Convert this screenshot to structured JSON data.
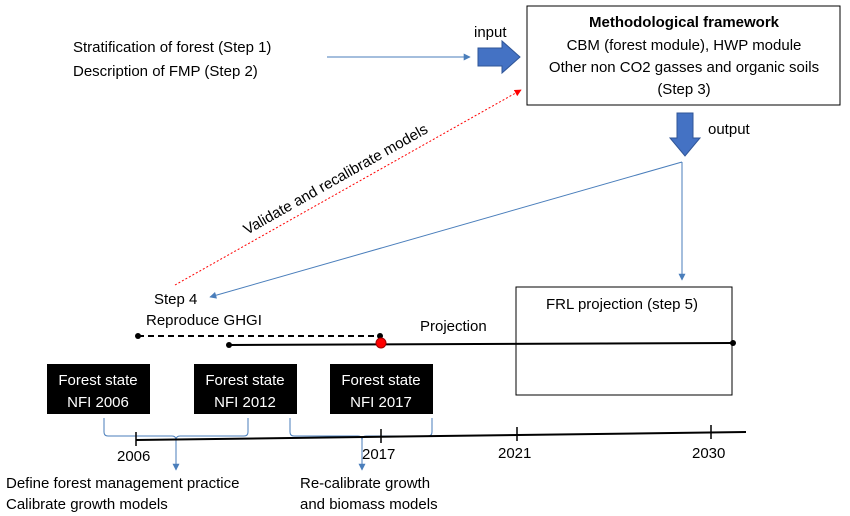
{
  "inputs": {
    "line1": "Stratification of forest (Step 1)",
    "line2": "Description of FMP (Step 2)"
  },
  "input_label": "input",
  "output_label": "output",
  "framework": {
    "title": "Methodological framework",
    "line1": "CBM (forest module), HWP module",
    "line2": "Other non CO2 gasses and organic soils",
    "line3": "(Step 3)"
  },
  "validate_label": "Validate and recalibrate models",
  "step4": {
    "line1": "Step 4",
    "line2": "Reproduce GHGI"
  },
  "projection_label": "Projection",
  "frl_label": "FRL projection (step 5)",
  "forest_states": [
    {
      "line1": "Forest state",
      "line2": "NFI 2006"
    },
    {
      "line1": "Forest state",
      "line2": "NFI 2012"
    },
    {
      "line1": "Forest state",
      "line2": "NFI 2017"
    }
  ],
  "timeline_years": [
    "2006",
    "2017",
    "2021",
    "2030"
  ],
  "notes": {
    "left": {
      "line1": "Define forest management practice",
      "line2": "Calibrate growth models"
    },
    "right": {
      "line1": "Re-calibrate growth",
      "line2": "and biomass models"
    }
  },
  "colors": {
    "arrow_blue": "#4472c4",
    "connector_blue": "#4a7ebb",
    "dotted_red": "#ff0000",
    "marker_red": "#ff0000",
    "state_box": "#000000"
  }
}
